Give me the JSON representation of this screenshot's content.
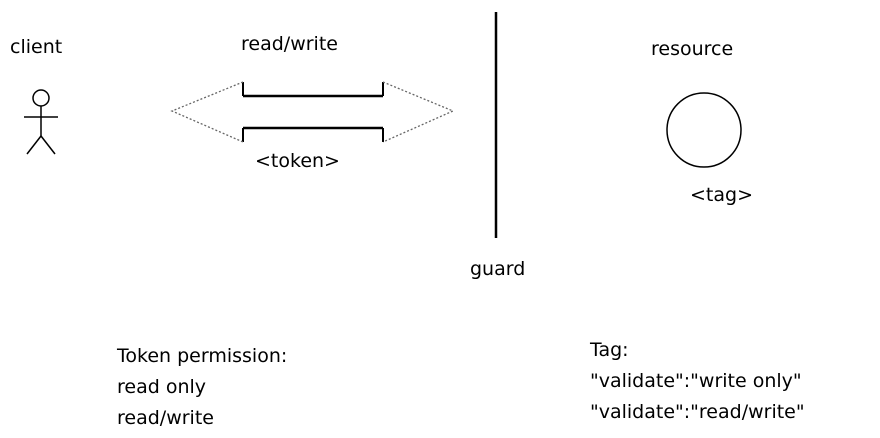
{
  "labels": {
    "client": "client",
    "read_write": "read/write",
    "token": "<token>",
    "guard": "guard",
    "resource": "resource",
    "tag": "<tag>"
  },
  "token_permission": {
    "title": "Token permission:",
    "items": [
      "read only",
      "read/write"
    ]
  },
  "tag_info": {
    "title": "Tag:",
    "items": [
      "\"validate\":\"write only\"",
      "\"validate\":\"read/write\""
    ]
  },
  "colors": {
    "stroke": "#000000",
    "dotted": "#666666",
    "background": "#ffffff"
  }
}
